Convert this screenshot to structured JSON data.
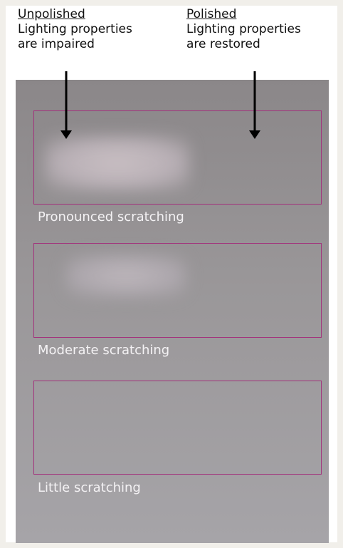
{
  "captions": {
    "left": {
      "heading": "Unpolished",
      "line1": "Lighting properties",
      "line2": "are impaired"
    },
    "right": {
      "heading": "Polished",
      "line1": "Lighting properties",
      "line2": "are restored"
    }
  },
  "zones": [
    {
      "label": "Pronounced scratching"
    },
    {
      "label": "Moderate scratching"
    },
    {
      "label": "Little scratching"
    }
  ],
  "colors": {
    "zone_outline": "#a2327c",
    "photo_base": "#9a9799",
    "label_text": "#f4f2f4"
  }
}
